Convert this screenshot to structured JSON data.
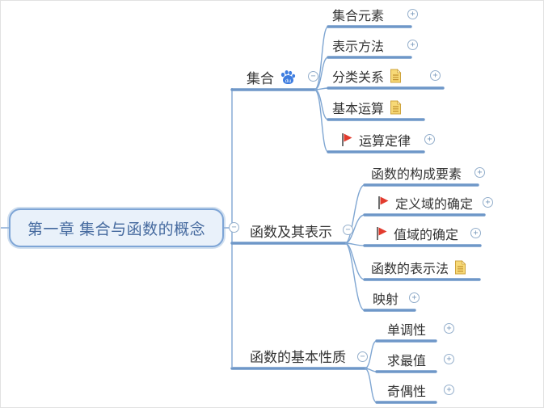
{
  "mindmap": {
    "root": {
      "label": "第一章 集合与函数的概念"
    },
    "branches": [
      {
        "label": "集合",
        "marker": "baidu-paw-icon",
        "children": [
          {
            "label": "集合元素",
            "expandable": true
          },
          {
            "label": "表示方法",
            "expandable": true
          },
          {
            "label": "分类关系",
            "note": true,
            "expandable": true
          },
          {
            "label": "基本运算",
            "note": true
          },
          {
            "label": "运算定律",
            "flag": true,
            "expandable": true
          }
        ]
      },
      {
        "label": "函数及其表示",
        "children": [
          {
            "label": "函数的构成要素",
            "expandable": true
          },
          {
            "label": "定义域的确定",
            "flag": true,
            "expandable": true
          },
          {
            "label": "值域的确定",
            "flag": true,
            "expandable": true
          },
          {
            "label": "函数的表示法",
            "note": true
          },
          {
            "label": "映射",
            "expandable": true
          }
        ]
      },
      {
        "label": "函数的基本性质",
        "children": [
          {
            "label": "单调性",
            "expandable": true
          },
          {
            "label": "求最值",
            "expandable": true
          },
          {
            "label": "奇偶性",
            "expandable": true
          }
        ]
      }
    ]
  },
  "icons": {
    "expand_glyph": "+",
    "collapse_glyph": "−",
    "flag_marker": "red-flag-marker-icon",
    "note_marker": "notes-icon",
    "branch_marker": "baidu-paw-icon"
  },
  "colors": {
    "line_blue": "#6e97c8",
    "curve_blue": "#7fa6d2",
    "root_fill": "#e9f1fa",
    "root_border": "#7ea5d6",
    "root_text": "#44699e",
    "topic_text": "#333333",
    "flag_red": "#e23b2e",
    "note_yellow": "#f7d977",
    "paw_blue": "#3e7de0"
  }
}
